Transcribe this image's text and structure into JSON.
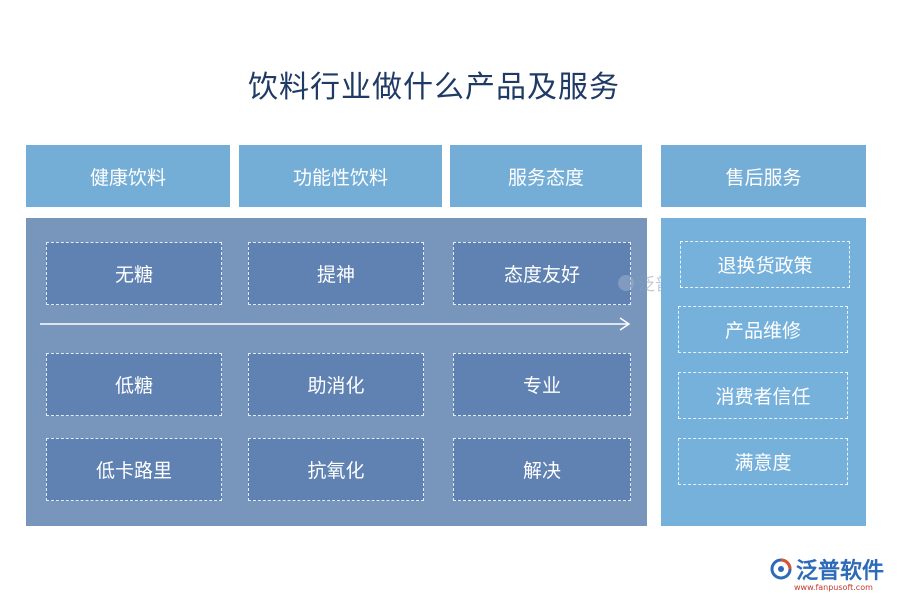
{
  "title": "饮料行业做什么产品及服务",
  "headers": [
    "健康饮料",
    "功能性饮料",
    "服务态度",
    "售后服务"
  ],
  "grid": {
    "row1": [
      "无糖",
      "提神",
      "态度友好"
    ],
    "row2": [
      "低糖",
      "助消化",
      "专业"
    ],
    "row3": [
      "低卡路里",
      "抗氧化",
      "解决"
    ]
  },
  "aftersales": [
    "退换货政策",
    "产品维修",
    "消费者信任",
    "满意度"
  ],
  "watermark": {
    "text": "泛普软件"
  },
  "logo": {
    "name": "泛普软件",
    "url": "www.fanpusoft.com"
  },
  "colors": {
    "header": "#74aed7",
    "main_panel": "#7895bc",
    "cell": "#5f82b2",
    "side_panel": "#76b1db",
    "title": "#1f3a64"
  },
  "icons": {
    "logo": "fanpu-logo-icon",
    "arrow": "right-arrow-icon"
  }
}
